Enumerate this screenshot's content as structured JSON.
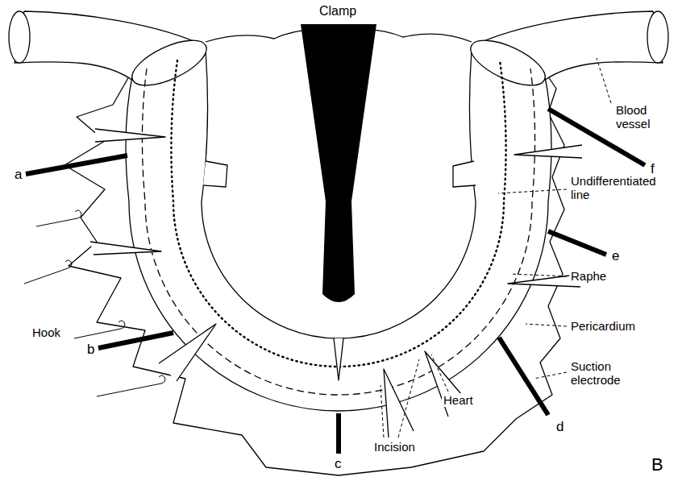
{
  "diagram": {
    "labels": [
      "Clamp",
      "a",
      "Hook",
      "b",
      "c",
      "Incision",
      "d",
      "Suction electrode",
      "Heart",
      "Pericardium",
      "Raphe",
      "Undifferentiated line",
      "e",
      "f",
      "Blood vessel",
      "B"
    ]
  }
}
